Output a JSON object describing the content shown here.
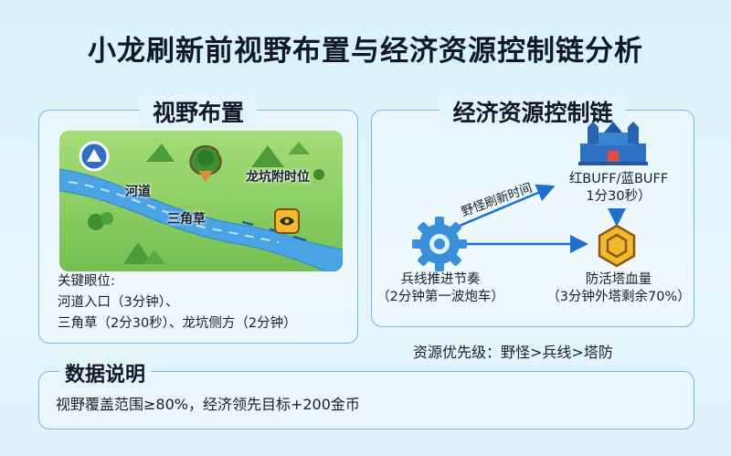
{
  "title": "小龙刷新前视野布置与经济资源控制链分析",
  "vision": {
    "title": "视野布置",
    "map_labels": {
      "river": "河道",
      "triangle": "三角草",
      "dragon_pit": "龙坑附时位"
    },
    "key_ward_title": "关键眼位:",
    "key_ward_lines": [
      "河道入口（3分钟）、",
      "三角草（2分30秒）、龙坑侧方（2分钟）"
    ]
  },
  "economy": {
    "title": "经济资源控制链",
    "arrow_label": "野怪刷新时间",
    "buff_line1": "红BUFF/蓝BUFF",
    "buff_line2": "1分30秒）",
    "minion_line1": "兵线推进节奏",
    "minion_line2": "（2分钟第一波炮车）",
    "tower_line1": "防活塔血量",
    "tower_line2": "（3分钟外塔剩余70%）"
  },
  "priority": "资源优先级：野怪>兵线>塔防",
  "data_section": {
    "title": "数据说明",
    "text": "视野覆盖范围≥80%，经济领先目标+200金币"
  },
  "colors": {
    "accent": "#1f6fcf",
    "gold": "#f2b92c",
    "grass": "#7cc45b",
    "river": "#4aa3e2"
  }
}
